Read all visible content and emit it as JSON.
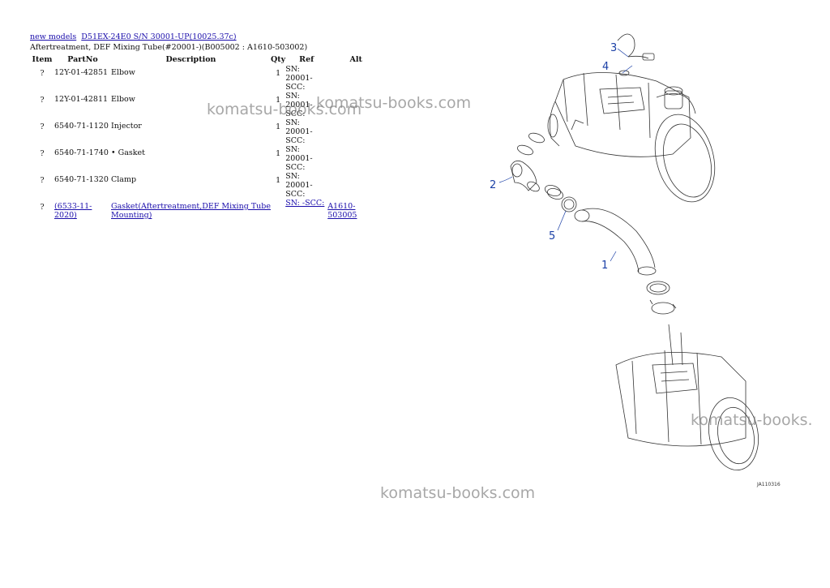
{
  "breadcrumb": {
    "link1": "new models",
    "link2": "D51EX-24E0 S/N 30001-UP(10025.37c)"
  },
  "page_title": "Aftertreatment, DEF Mixing Tube(#20001-)(B005002 : A1610-503002)",
  "table": {
    "headers": {
      "item": "Item",
      "partno": "PartNo",
      "description": "Description",
      "qty": "Qty",
      "ref": "Ref",
      "alt": "Alt"
    },
    "rows": [
      {
        "item": "?",
        "partno": "12Y-01-42851",
        "description": "Elbow",
        "qty": "1",
        "ref": "SN: 20001-SCC:",
        "alt": ""
      },
      {
        "item": "?",
        "partno": "12Y-01-42811",
        "description": "Elbow",
        "qty": "1",
        "ref": "SN: 20001-SCC:",
        "alt": ""
      },
      {
        "item": "?",
        "partno": "6540-71-1120",
        "description": "Injector",
        "qty": "1",
        "ref": "SN: 20001-SCC:",
        "alt": ""
      },
      {
        "item": "?",
        "partno": "6540-71-1740",
        "description": "• Gasket",
        "qty": "1",
        "ref": "SN: 20001-SCC:",
        "alt": ""
      },
      {
        "item": "?",
        "partno": "6540-71-1320",
        "description": "Clamp",
        "qty": "1",
        "ref": "SN: 20001-SCC:",
        "alt": ""
      },
      {
        "item": "?",
        "partno": "(6533-11-2020)",
        "description": "Gasket(Aftertreatment,DEF Mixing Tube Mounting)",
        "qty": "",
        "ref": "SN: -SCC:",
        "alt": "A1610-503005"
      }
    ]
  },
  "diagram": {
    "callouts": {
      "c1": "1",
      "c2": "2",
      "c3": "3",
      "c4": "4",
      "c5": "5"
    },
    "drawing_code": "JA110316"
  },
  "watermarks": {
    "w1": "komatsu-books.com",
    "w2": "komatsu-books.com",
    "w3": "komatsu-books.",
    "w4": "komatsu-books.com"
  },
  "colors": {
    "link": "#1a0dab",
    "callout": "#1a3fa6",
    "watermark": "#787878"
  }
}
